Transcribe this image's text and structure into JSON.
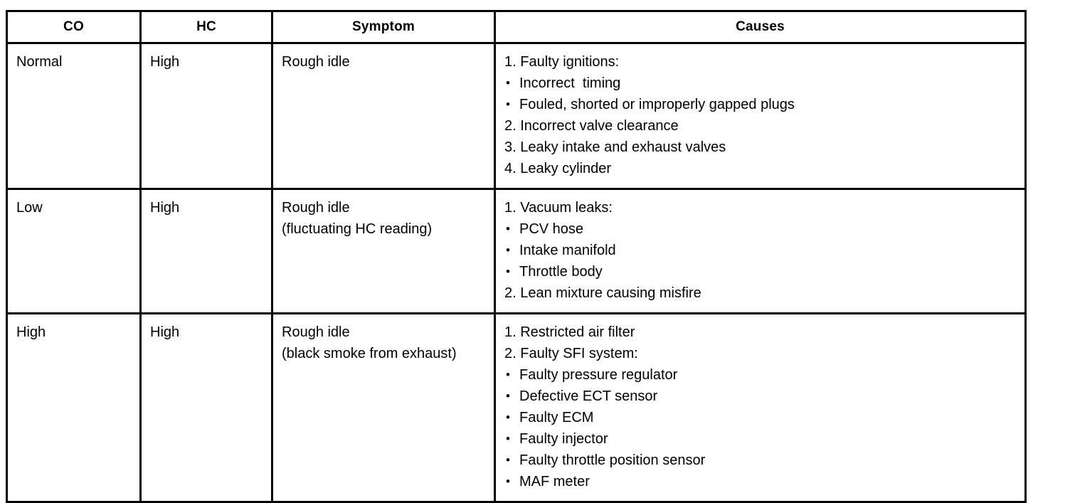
{
  "table": {
    "headers": [
      {
        "key": "co",
        "label": "CO"
      },
      {
        "key": "hc",
        "label": "HC"
      },
      {
        "key": "symptom",
        "label": "Symptom"
      },
      {
        "key": "causes",
        "label": "Causes"
      }
    ],
    "rows": [
      {
        "co": "Normal",
        "hc": "High",
        "symptom": "Rough idle",
        "causes": [
          {
            "kind": "numbered",
            "text": "1. Faulty ignitions:"
          },
          {
            "kind": "bullet",
            "text": "Incorrect  timing"
          },
          {
            "kind": "bullet",
            "text": "Fouled, shorted or improperly gapped plugs"
          },
          {
            "kind": "numbered",
            "text": "2. Incorrect valve clearance"
          },
          {
            "kind": "numbered",
            "text": "3. Leaky intake and exhaust valves"
          },
          {
            "kind": "numbered",
            "text": "4. Leaky cylinder"
          }
        ]
      },
      {
        "co": "Low",
        "hc": "High",
        "symptom": "Rough idle\n(fluctuating HC reading)",
        "causes": [
          {
            "kind": "numbered",
            "text": "1. Vacuum leaks:"
          },
          {
            "kind": "bullet",
            "text": "PCV hose"
          },
          {
            "kind": "bullet",
            "text": "Intake manifold"
          },
          {
            "kind": "bullet",
            "text": "Throttle body"
          },
          {
            "kind": "numbered",
            "text": "2. Lean mixture causing misfire"
          }
        ]
      },
      {
        "co": "High",
        "hc": "High",
        "symptom": "Rough idle\n(black smoke from exhaust)",
        "causes": [
          {
            "kind": "numbered",
            "text": "1. Restricted air filter"
          },
          {
            "kind": "numbered",
            "text": "2. Faulty SFI system:"
          },
          {
            "kind": "bullet",
            "text": "Faulty pressure regulator"
          },
          {
            "kind": "bullet",
            "text": "Defective ECT sensor"
          },
          {
            "kind": "bullet",
            "text": "Faulty ECM"
          },
          {
            "kind": "bullet",
            "text": "Faulty injector"
          },
          {
            "kind": "bullet",
            "text": "Faulty throttle position sensor"
          },
          {
            "kind": "bullet",
            "text": "MAF meter"
          }
        ]
      }
    ]
  },
  "style": {
    "border_color": "#000000",
    "text_color": "#000000",
    "background": "#ffffff"
  }
}
